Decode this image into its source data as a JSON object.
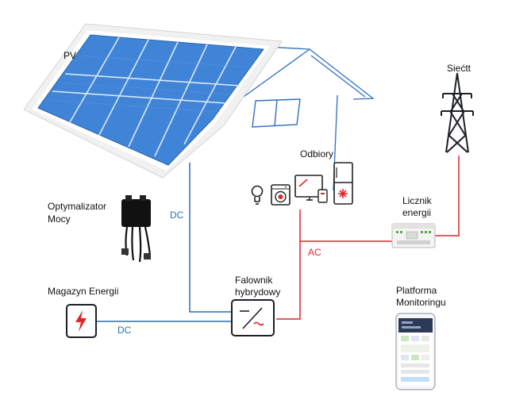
{
  "labels": {
    "pv": "PV",
    "grid": "Siećtt",
    "loads": "Odbiory",
    "optimizer_line1": "Optymalizator",
    "optimizer_line2": "Mocy",
    "meter_line1": "Licznik",
    "meter_line2": "energii",
    "storage": "Magazyn Energii",
    "inverter_line1": "Falownik",
    "inverter_line2": "hybrydowy",
    "platform_line1": "Platforma",
    "platform_line2": "Monitoringu",
    "dc_optimizer": "DC",
    "dc_storage": "DC",
    "ac": "AC"
  },
  "colors": {
    "dc_line": "#2a6fb0",
    "ac_line": "#e0252b",
    "panel": "#3f84d6",
    "roof_outline": "#2f6fbe",
    "accent_red": "#e0252b"
  },
  "icons": [
    "solar-panel-icon",
    "power-tower-icon",
    "bulb-icon",
    "washing-machine-icon",
    "monitor-icon",
    "fridge-icon",
    "optimizer-icon",
    "energy-meter-icon",
    "battery-icon",
    "inverter-icon",
    "phone-app-icon"
  ]
}
